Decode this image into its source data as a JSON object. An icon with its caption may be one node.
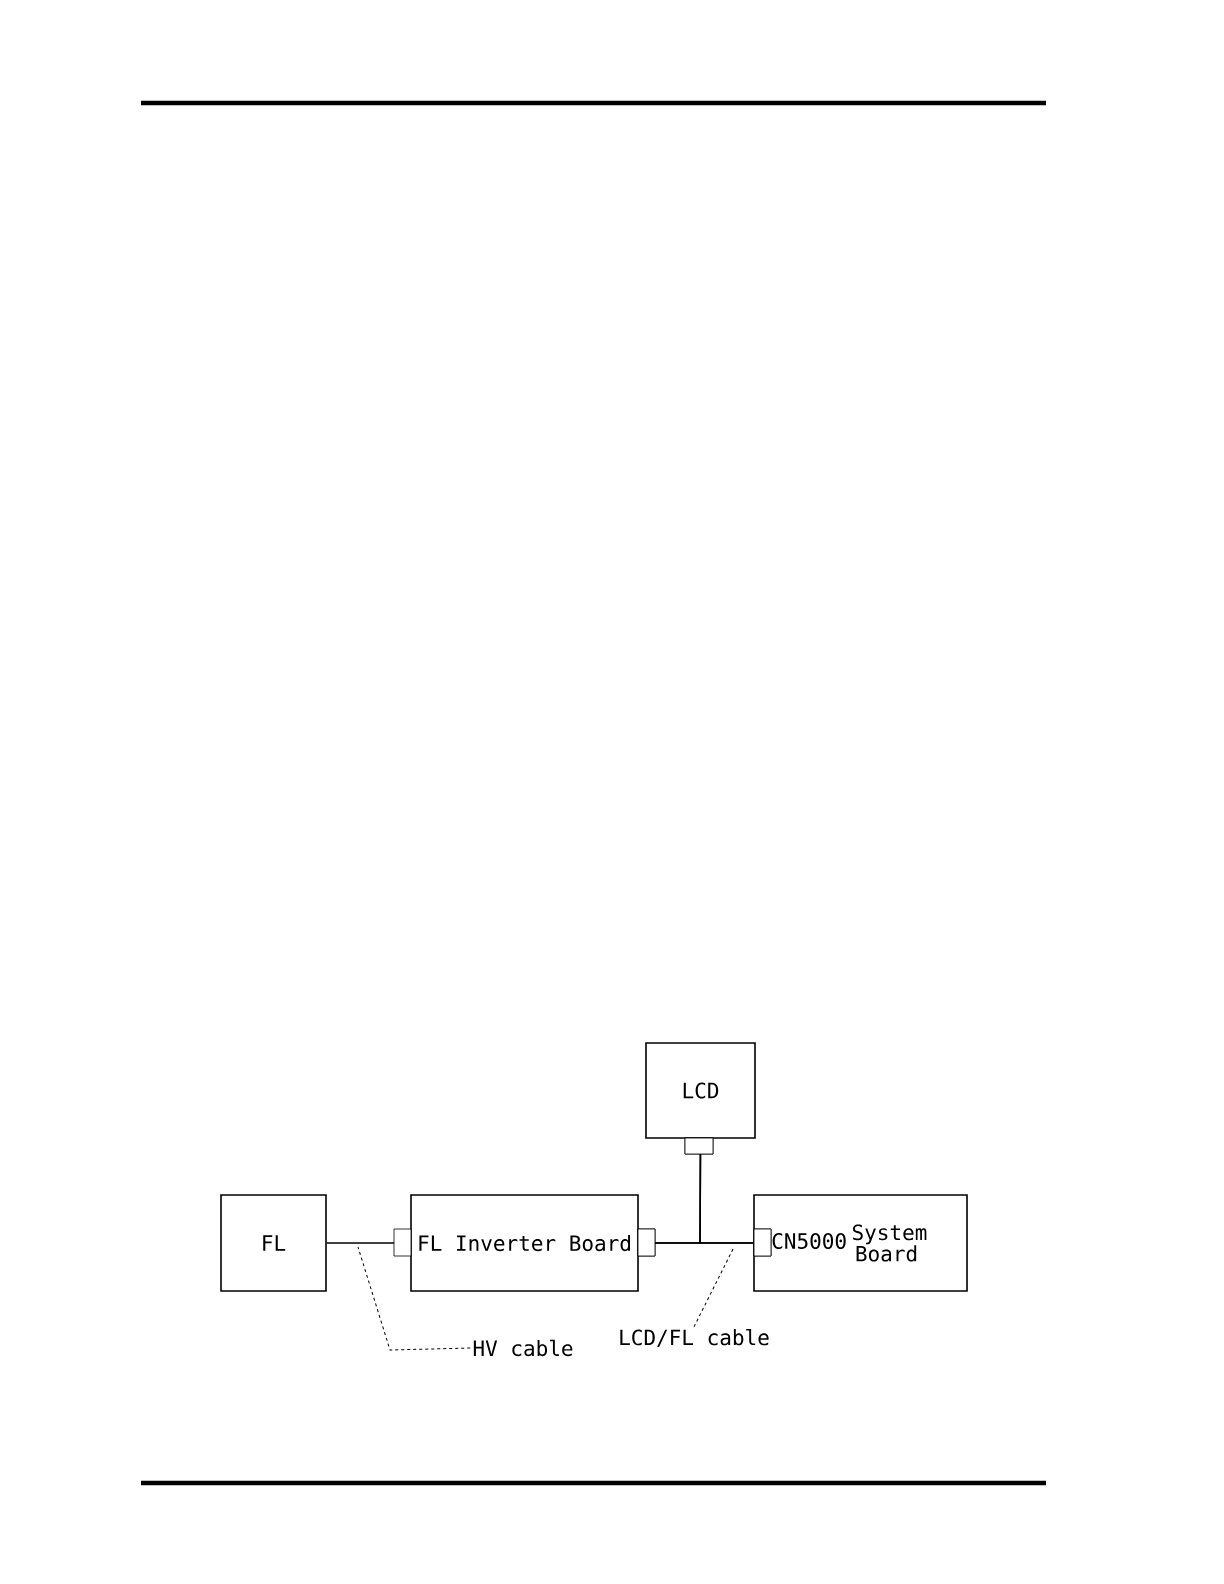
{
  "diagram": {
    "nodes": [
      {
        "text": [
          "LCD"
        ]
      },
      {
        "text": [
          "FL"
        ]
      },
      {
        "text": [
          "FL Inverter Board"
        ]
      },
      {
        "text": [
          "CN5000",
          "System Board"
        ]
      },
      {
        "text": [
          "HV cable"
        ]
      },
      {
        "text": [
          "LCD/FL cable"
        ]
      }
    ],
    "edges": [
      {
        "from": 1,
        "to": 2,
        "arrow": "other"
      },
      {
        "from": 2,
        "to": 3,
        "arrow": "other"
      },
      {
        "from": 0,
        "to": 2,
        "arrow": "other"
      },
      {
        "from": 0,
        "to": 3,
        "arrow": "other"
      },
      {
        "from": 4,
        "to": null,
        "arrow": "none",
        "style": "dashed"
      },
      {
        "from": 5,
        "to": null,
        "arrow": "none",
        "style": "dashed"
      }
    ]
  }
}
